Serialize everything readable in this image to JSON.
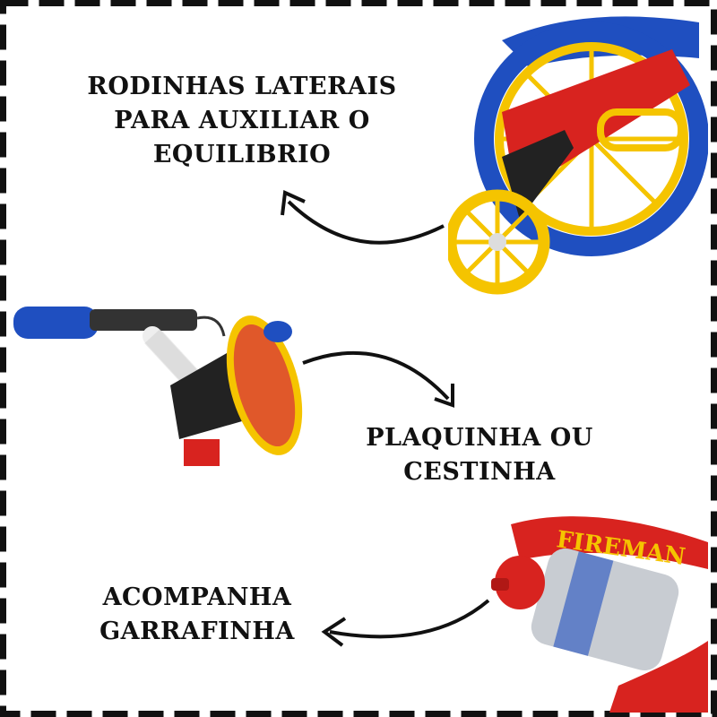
{
  "captions": {
    "training_wheels": [
      "RODINHAS LATERAIS",
      "PARA AUXILIAR O",
      "EQUILIBRIO"
    ],
    "plate": [
      "PLAQUINHA OU",
      "CESTINHA"
    ],
    "bottle": [
      "ACOMPANHA",
      "GARRAFINHA"
    ]
  },
  "logo_text": "FIREMAN",
  "colors": {
    "border": "#111111",
    "red": "#d8231f",
    "blue": "#1f4fc0",
    "yellow": "#f5c400"
  }
}
